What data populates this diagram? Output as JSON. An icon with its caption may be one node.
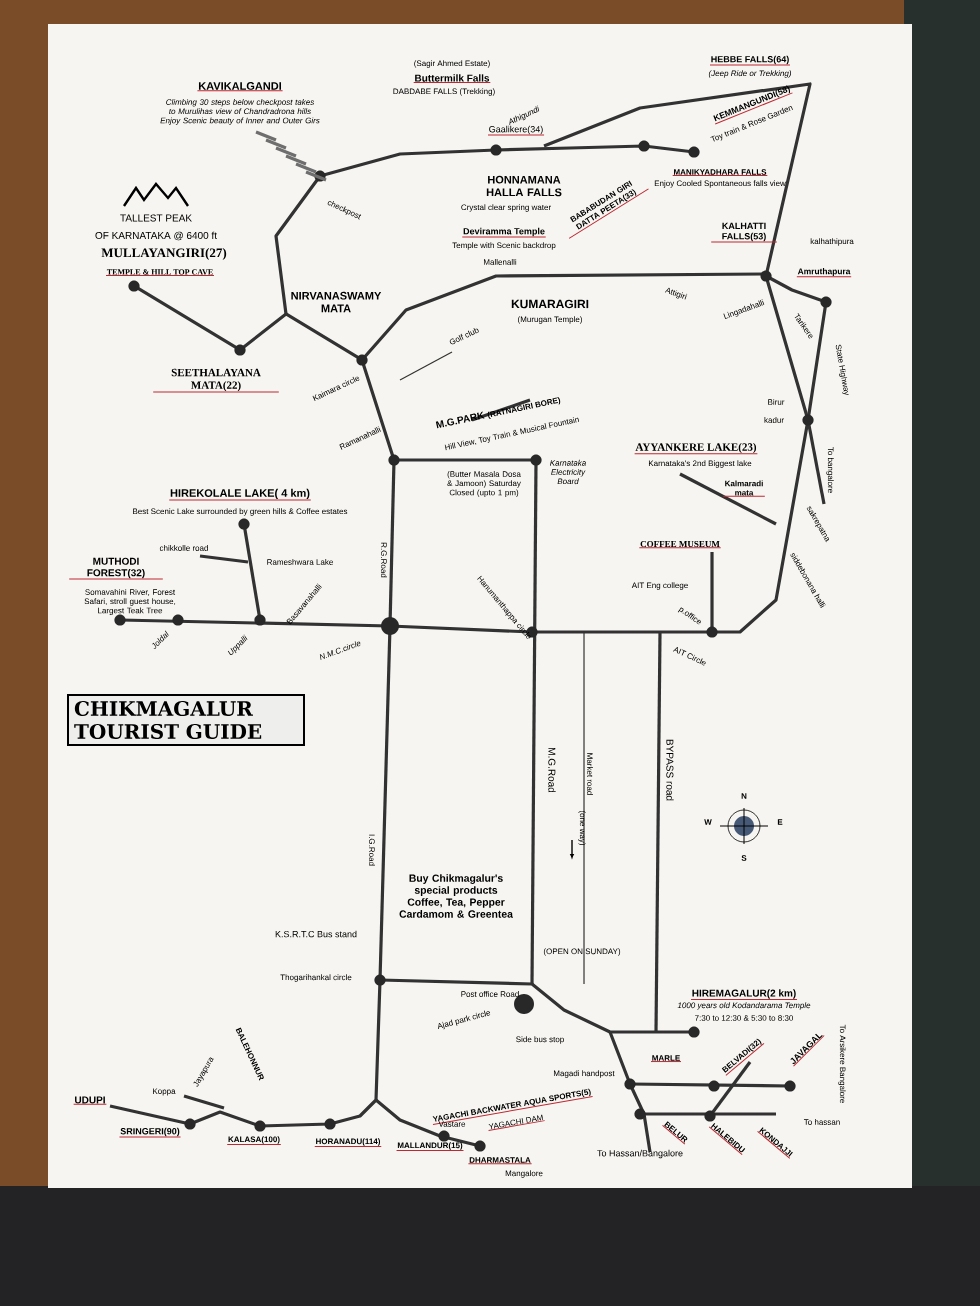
{
  "diagram": {
    "title": "CHIKMAGALUR TOURIST GUIDE",
    "labels": [
      "KAVIKALGANDI",
      "Climbing 30 steps below checkpost takes to Murulihas view of Chandradrona hills Enjoy Scenic beauty of Inner and Outer Girs",
      "(Sagir Ahmed Estate)",
      "Buttermilk Falls",
      "DABDABE FALLS (Trekking)",
      "HEBBE FALLS(64)",
      "(Jeep Ride or Trekking)",
      "Athigundi",
      "KEMMANGUNDI(58)",
      "Toy train & Rose Garden",
      "Gaalikere(34)",
      "HONNAMANA HALLA FALLS",
      "Crystal clear spring water",
      "BABABUDAN GIRI DATTA PEETA(33)",
      "MANIKYADHARA FALLS",
      "Enjoy Cooled Spontaneous falls view",
      "TALLEST PEAK",
      "OF KARNATAKA @ 6400 ft",
      "MULLAYANGIRI(27)",
      "TEMPLE & HILL TOP CAVE",
      "checkpost",
      "Deviramma Temple",
      "Temple with Scenic backdrop",
      "Mallenalli",
      "KALHATTI FALLS(53)",
      "kalhathipura",
      "Attigiri",
      "Amruthapura",
      "KUMARAGIRI",
      "(Murugan Temple)",
      "Lingadahalli",
      "Tarikere",
      "NIRVANASWAMY MATA",
      "Golf club",
      "State Highway",
      "SEETHALAYANA MATA(22)",
      "Kaimara circle",
      "Ramanahalli",
      "M.G.PARK",
      "(RATNAGIRI BORE)",
      "Hill View, Toy Train & Musical Fountain",
      "Birur",
      "kadur",
      "(Butter Masala Dosa & Jamoon) Saturday Closed (upto 1 pm)",
      "Karnataka Electricity Board",
      "To bangalore",
      "AYYANKERE LAKE(23)",
      "Karnataka's 2nd Biggest lake",
      "Kalmaradi mata",
      "HIREKOLALE LAKE( 4 km)",
      "Best Scenic Lake surrounded by green hills & Coffee estates",
      "sakrepatna",
      "COFFEE MUSEUM",
      "chikkolle road",
      "R.G.Road",
      "Rameshwara Lake",
      "MUTHODI FOREST(32)",
      "Somavahini River, Forest Safari, stroll guest house, Largest Teak Tree",
      "siddebonana halli",
      "AIT Eng college",
      "Hanumanthappa circle",
      "p.office",
      "Basavanahalli",
      "Joldal",
      "Uppalli",
      "N.M.C.circle",
      "AIT Circle",
      "I.G.Road",
      "M.G.Road",
      "Market road",
      "BYPASS road",
      "(one way)",
      "N",
      "W",
      "E",
      "S",
      "Buy Chikmagalur's special products Coffee, Tea, Pepper Cardamom & Greentea",
      "K.S.R.T.C Bus stand",
      "(OPEN ON SUNDAY)",
      "Thogarihankal circle",
      "Post office Road",
      "HIREMAGALUR(2 km)",
      "1000 years old Kodandarama Temple",
      "7:30 to 12:30 & 5:30 to 8:30",
      "Ajad park circle",
      "Side bus stop",
      "MARLE",
      "BELVADI(32)",
      "JAVAGAL",
      "Magadi handpost",
      "To Arsikere Bangalore",
      "To hassan",
      "YAGACHI BACKWATER AQUA SPORTS(5)",
      "YAGACHI DAM",
      "DHARMASTALA",
      "Mangalore",
      "BELUR",
      "HALEBIDU",
      "KONDAJJI",
      "To Hassan/Bangalore",
      "Koppa",
      "Jayapura",
      "BALEHONNUR",
      "UDUPI",
      "SRINGERI(90)",
      "KALASA(100)",
      "HORANADU(114)",
      "MALLANDUR(15)",
      "Vastare"
    ]
  }
}
